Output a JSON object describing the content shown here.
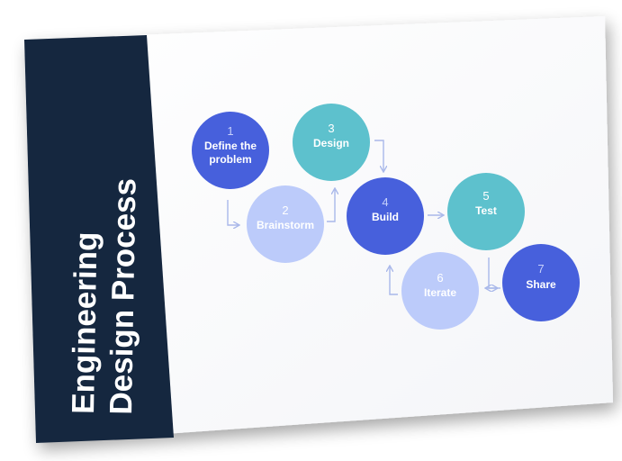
{
  "document": {
    "title_line1": "Engineering",
    "title_line2": "Design Process"
  },
  "colors": {
    "sidebar": "#15273f",
    "dark_blue": "#4760dc",
    "light_blue": "#bccbfa",
    "teal": "#5dc1cd",
    "arrow": "#a9b8ea",
    "page": "#ffffff"
  },
  "steps": [
    {
      "number": "1",
      "label_line1": "Define the",
      "label_line2": "problem"
    },
    {
      "number": "2",
      "label_line1": "Brainstorm",
      "label_line2": ""
    },
    {
      "number": "3",
      "label_line1": "Design",
      "label_line2": ""
    },
    {
      "number": "4",
      "label_line1": "Build",
      "label_line2": ""
    },
    {
      "number": "5",
      "label_line1": "Test",
      "label_line2": ""
    },
    {
      "number": "6",
      "label_line1": "Iterate",
      "label_line2": ""
    },
    {
      "number": "7",
      "label_line1": "Share",
      "label_line2": ""
    }
  ]
}
